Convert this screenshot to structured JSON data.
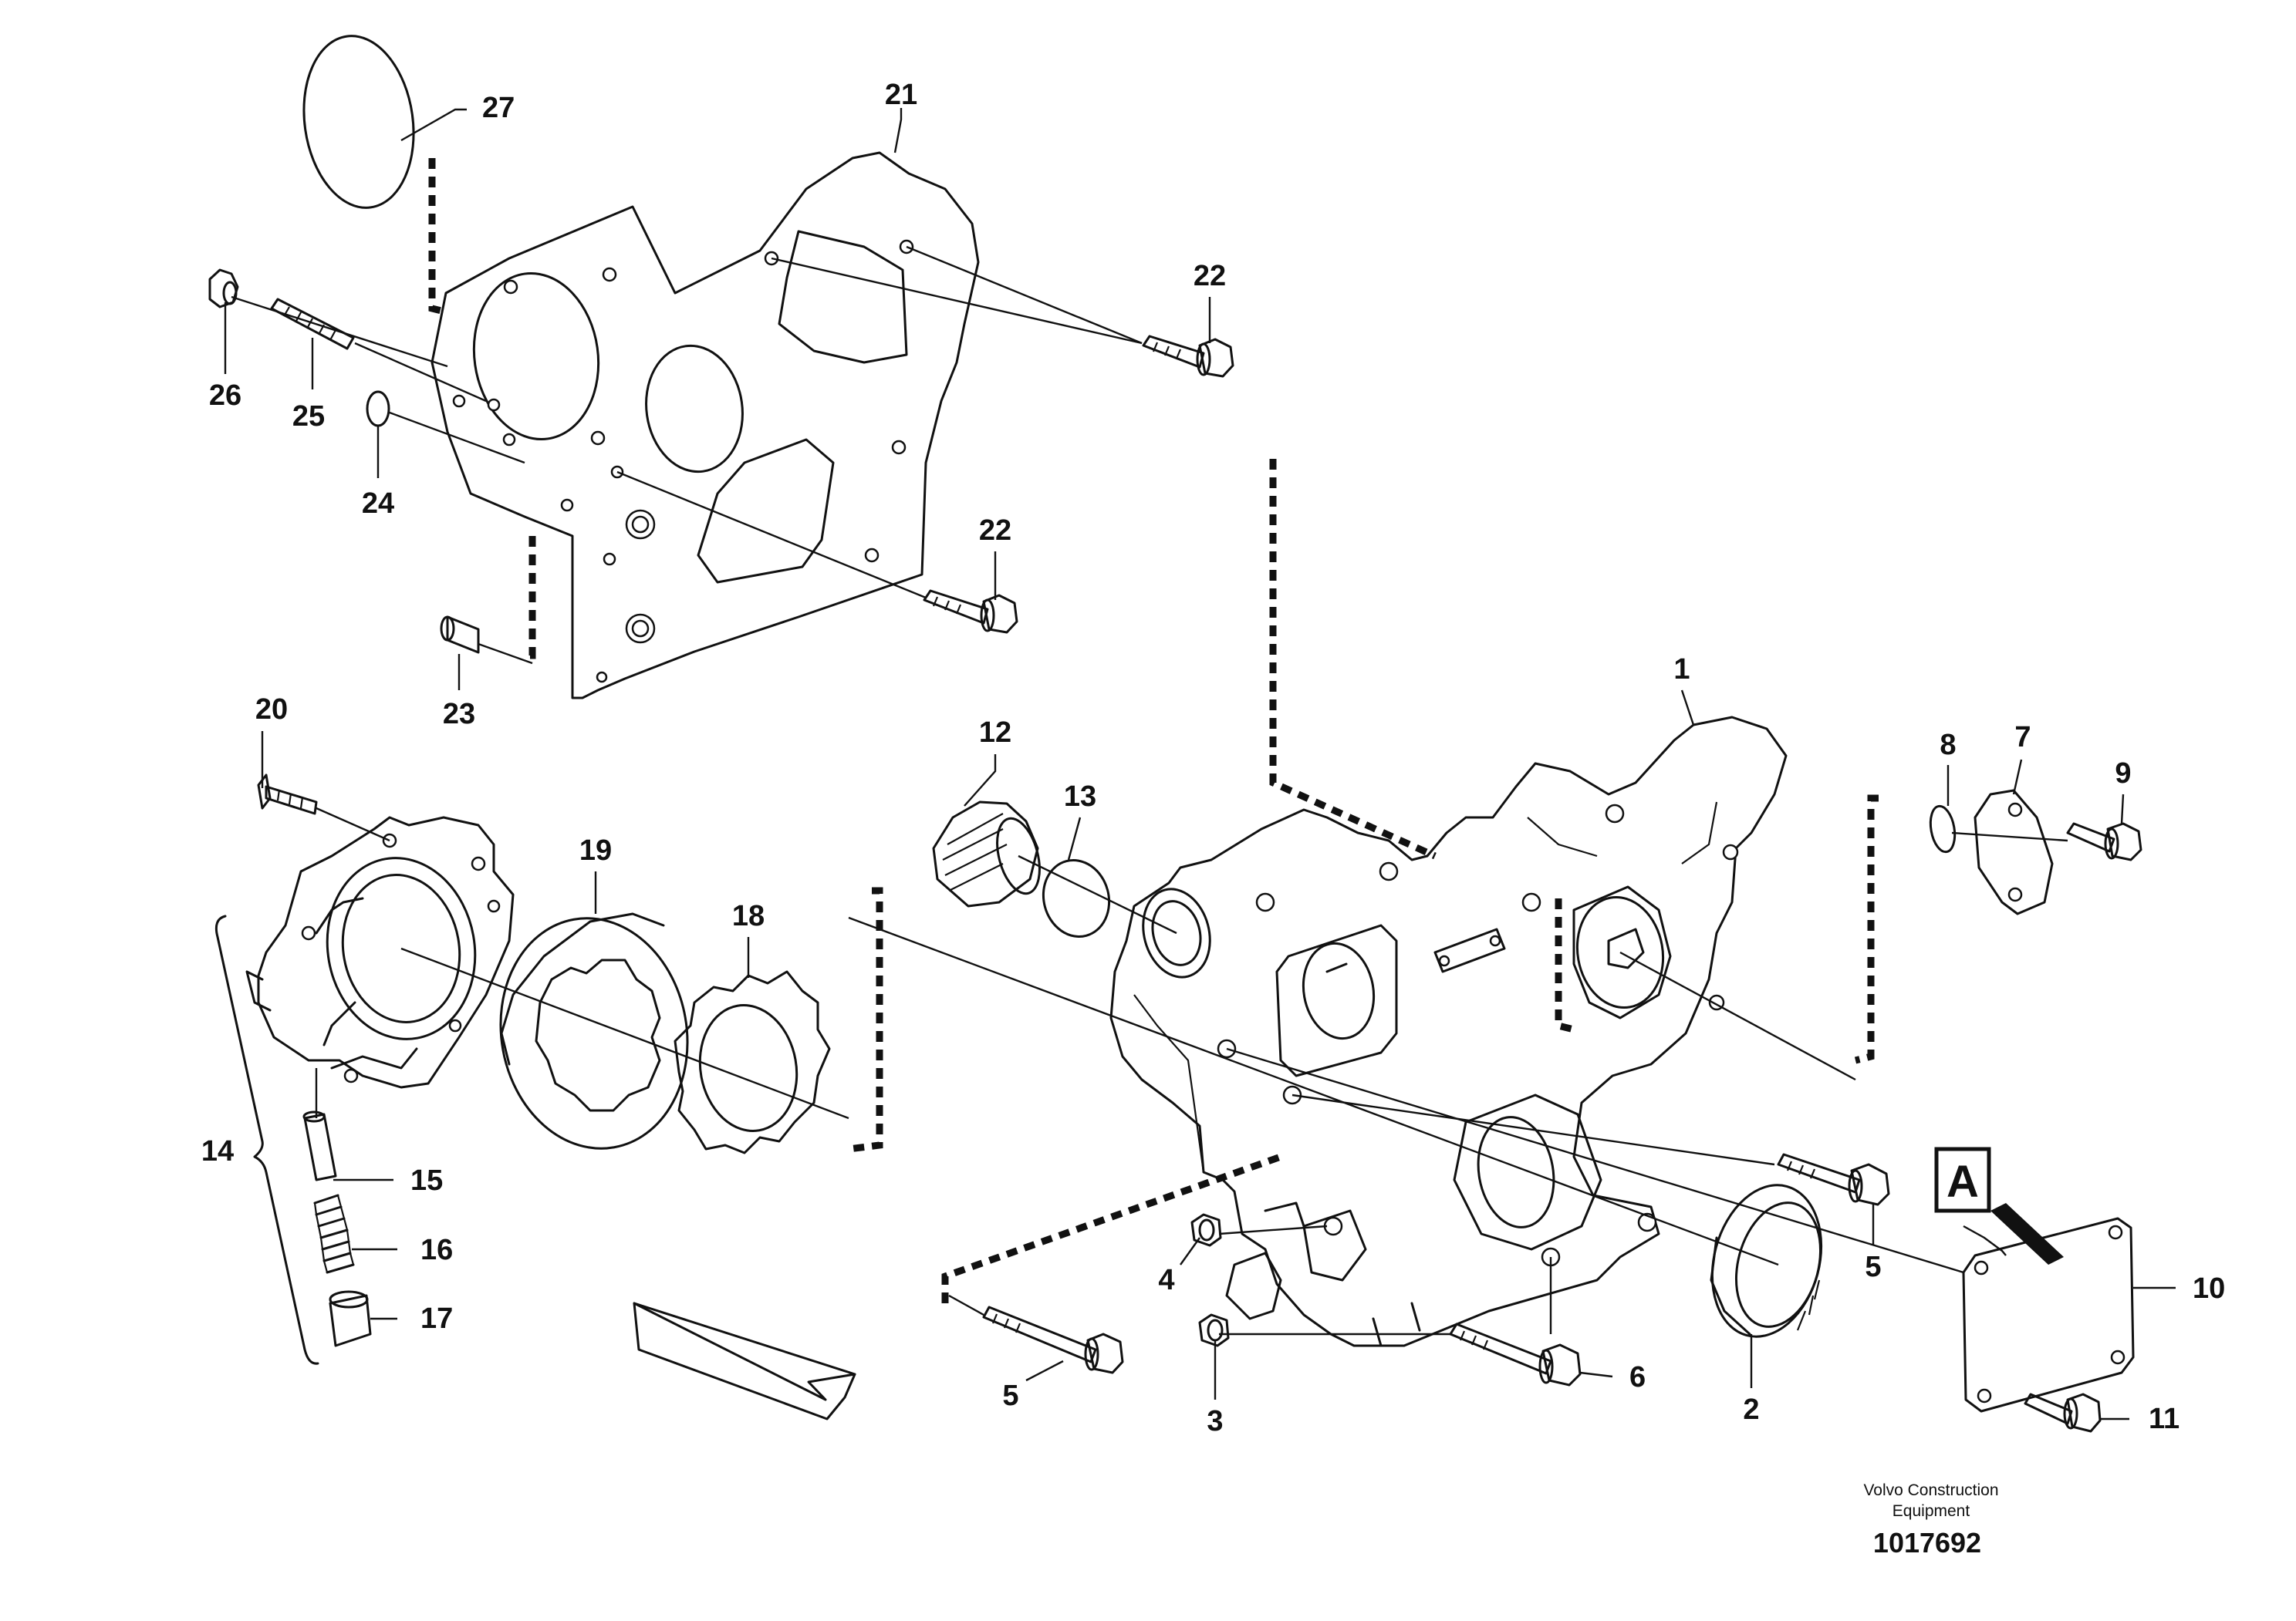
{
  "callouts": {
    "c1": "1",
    "c2": "2",
    "c3": "3",
    "c4": "4",
    "c5a": "5",
    "c5b": "5",
    "c6": "6",
    "c7": "7",
    "c8": "8",
    "c9": "9",
    "c10": "10",
    "c11": "11",
    "c12": "12",
    "c13": "13",
    "c14": "14",
    "c15": "15",
    "c16": "16",
    "c17": "17",
    "c18": "18",
    "c19": "19",
    "c20": "20",
    "c21": "21",
    "c22a": "22",
    "c22b": "22",
    "c23": "23",
    "c24": "24",
    "c25": "25",
    "c26": "26",
    "c27": "27"
  },
  "view_marker": {
    "letter": "A"
  },
  "footer": {
    "publisher_line1": "Volvo Construction",
    "publisher_line2": "Equipment",
    "document_number": "1017692"
  },
  "colors": {
    "ink": "#111111",
    "paper": "#ffffff"
  }
}
